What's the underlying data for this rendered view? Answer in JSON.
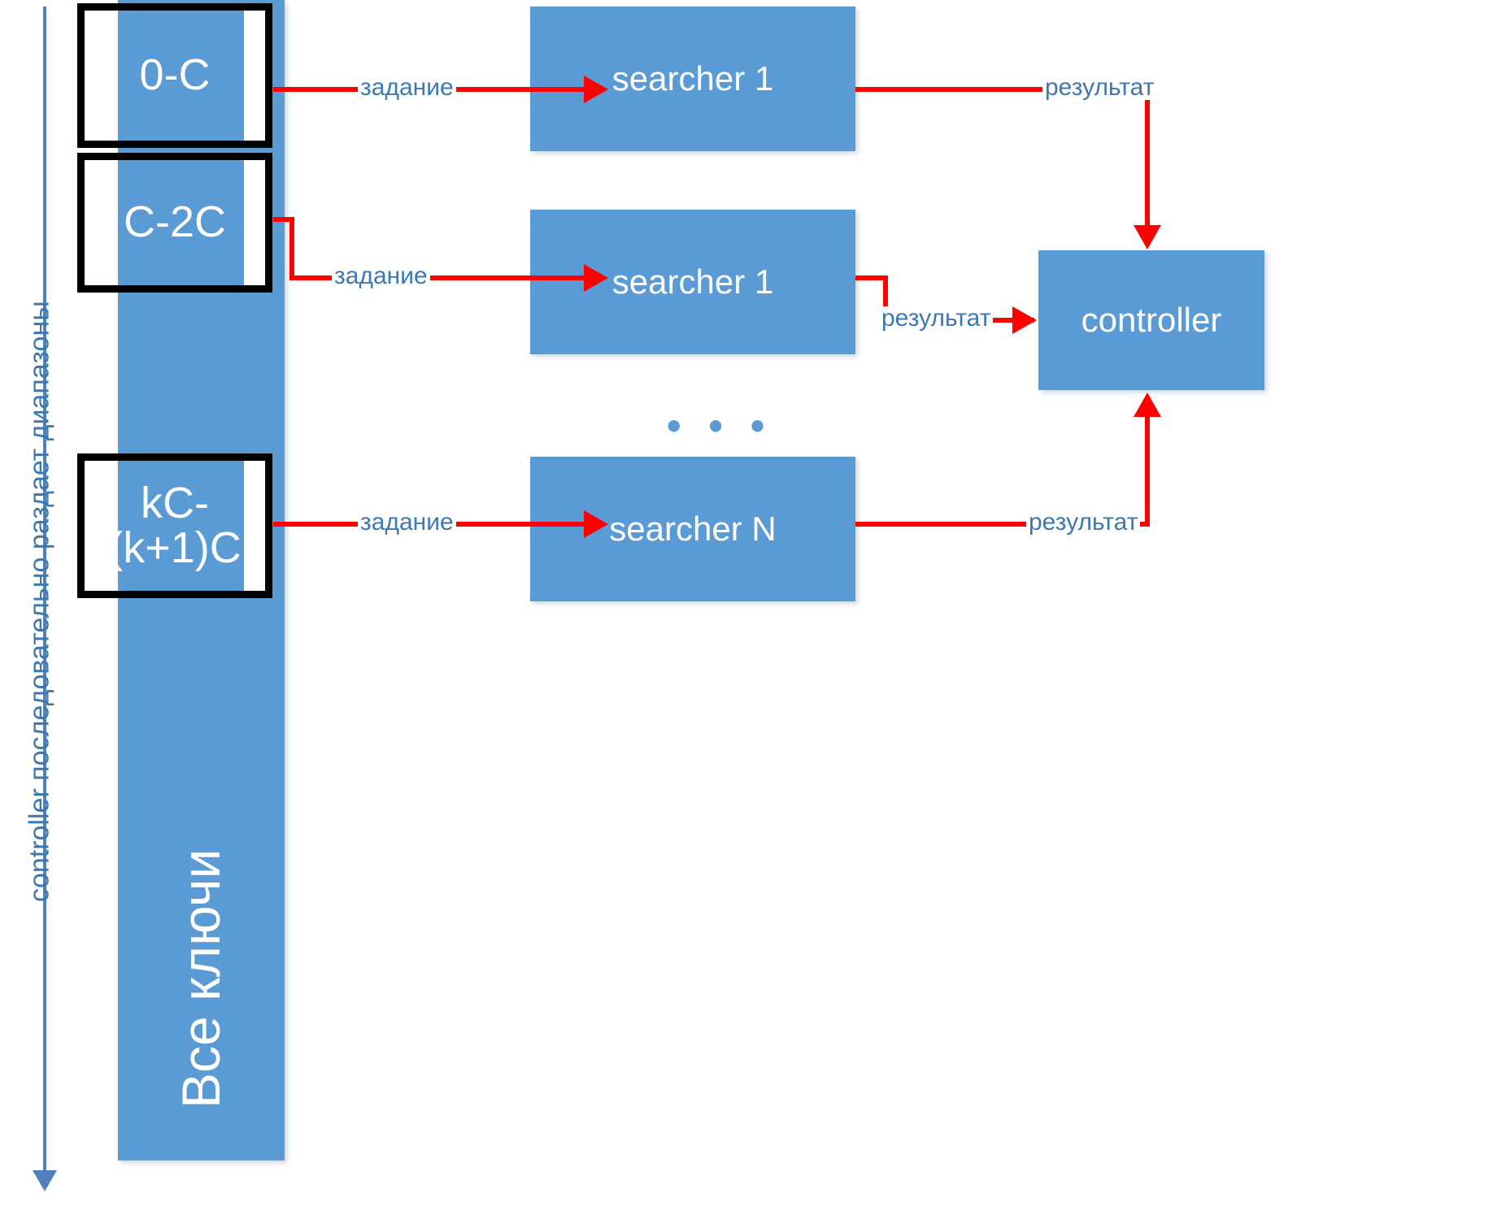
{
  "diagram": {
    "side_annotation": {
      "text": "controller последовательно раздает диапазоны",
      "axis_color": "#4F81BD"
    },
    "key_column": {
      "label": "Все ключи",
      "color": "#5B9BD5",
      "ranges": [
        {
          "label": "0-C"
        },
        {
          "label": "C-2C"
        },
        {
          "label": "kC-\n(k+1)C"
        }
      ]
    },
    "searchers": [
      {
        "label": "searcher 1"
      },
      {
        "label": "searcher 1"
      },
      {
        "label": "searcher N"
      }
    ],
    "ellipsis": "• • •",
    "controller": {
      "label": "controller"
    },
    "edges": {
      "task_label": "задание",
      "result_label": "результат",
      "color": "#FF0000",
      "label_color": "#3C78B4"
    },
    "task_labels": [
      "задание",
      "задание",
      "задание"
    ],
    "result_labels": [
      "результат",
      "результат",
      "результат"
    ]
  }
}
